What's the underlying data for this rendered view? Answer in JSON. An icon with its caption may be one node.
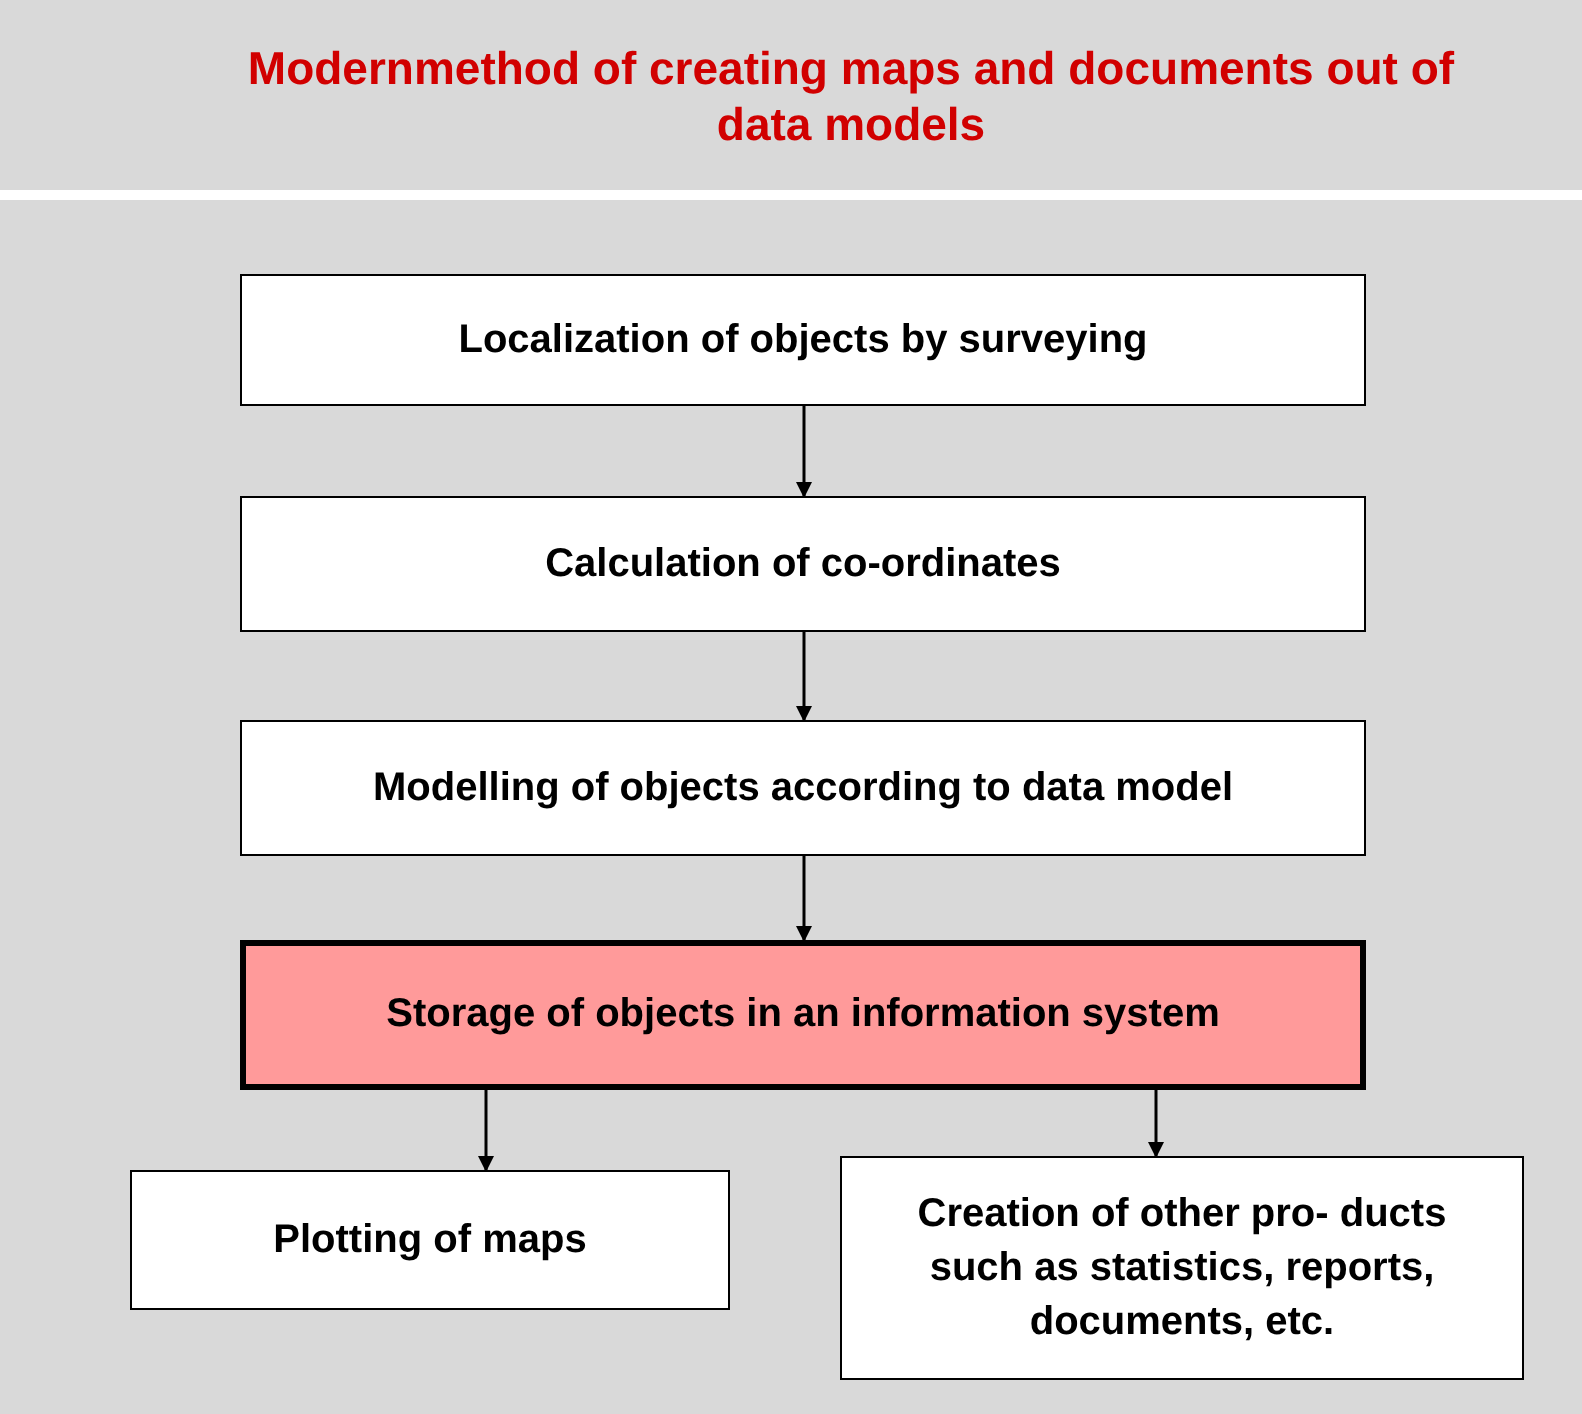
{
  "diagram": {
    "title": "Modernmethod of creating maps and documents out of data models",
    "nodes": [
      {
        "text": [
          "Localization of objects by surveying"
        ]
      },
      {
        "text": [
          "Calculation of co-ordinates"
        ]
      },
      {
        "text": [
          "Modelling of objects according to data model"
        ]
      },
      {
        "text": [
          "Storage of objects in an information system"
        ]
      },
      {
        "text": [
          "Plotting of maps"
        ]
      },
      {
        "text": [
          "Creation of other pro- ducts such as statistics, reports, documents, etc."
        ]
      }
    ],
    "edges": [
      {
        "from": 0,
        "to": 1,
        "arrow": "to"
      },
      {
        "from": 1,
        "to": 2,
        "arrow": "to"
      },
      {
        "from": 2,
        "to": 3,
        "arrow": "to"
      },
      {
        "from": 3,
        "to": 4,
        "arrow": "to"
      },
      {
        "from": 3,
        "to": 5,
        "arrow": "to"
      }
    ]
  }
}
